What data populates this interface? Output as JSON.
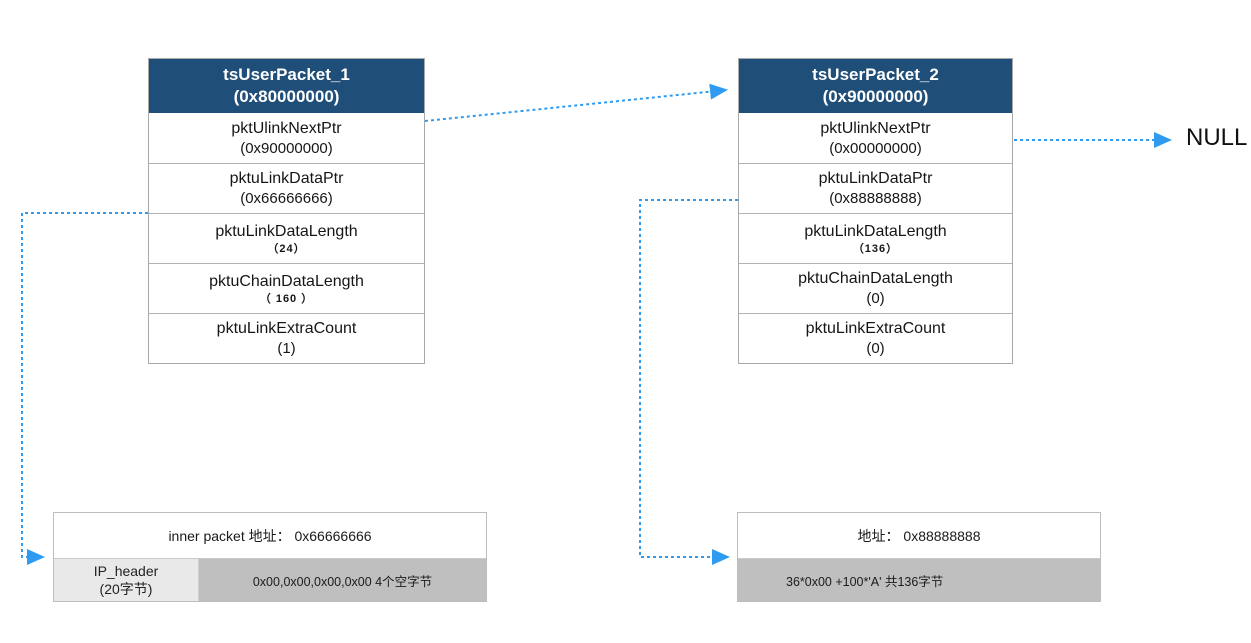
{
  "colors": {
    "header_bg": "#1F4E79",
    "arrow": "#2E9BF0",
    "gray_cell": "#bfbfbf",
    "light_cell": "#e9e9e9"
  },
  "packet1": {
    "name": "tsUserPacket_1",
    "address": "(0x80000000)",
    "rows": [
      {
        "field": "pktUlinkNextPtr",
        "value": "(0x90000000)"
      },
      {
        "field": "pktuLinkDataPtr",
        "value": "(0x66666666)"
      },
      {
        "field": "pktuLinkDataLength",
        "value": "（24）"
      },
      {
        "field": "pktuChainDataLength",
        "value": "（ 160  ）"
      },
      {
        "field": "pktuLinkExtraCount",
        "value": "(1)"
      }
    ]
  },
  "packet2": {
    "name": "tsUserPacket_2",
    "address": "(0x90000000)",
    "rows": [
      {
        "field": "pktUlinkNextPtr",
        "value": "(0x00000000)"
      },
      {
        "field": "pktuLinkDataPtr",
        "value": "(0x88888888)"
      },
      {
        "field": "pktuLinkDataLength",
        "value": "（136）"
      },
      {
        "field": "pktuChainDataLength",
        "value": "(0)"
      },
      {
        "field": "pktuLinkExtraCount",
        "value": "(0)"
      }
    ]
  },
  "null_label": "NULL",
  "buffer1": {
    "title": "inner packet 地址： 0x66666666",
    "header_cell_line1": "IP_header",
    "header_cell_line2": "(20字节)",
    "data_cell": "0x00,0x00,0x00,0x00 4个空字节"
  },
  "buffer2": {
    "title": "地址： 0x88888888",
    "data_cell": "36*0x00 +100*'A' 共136字节"
  }
}
